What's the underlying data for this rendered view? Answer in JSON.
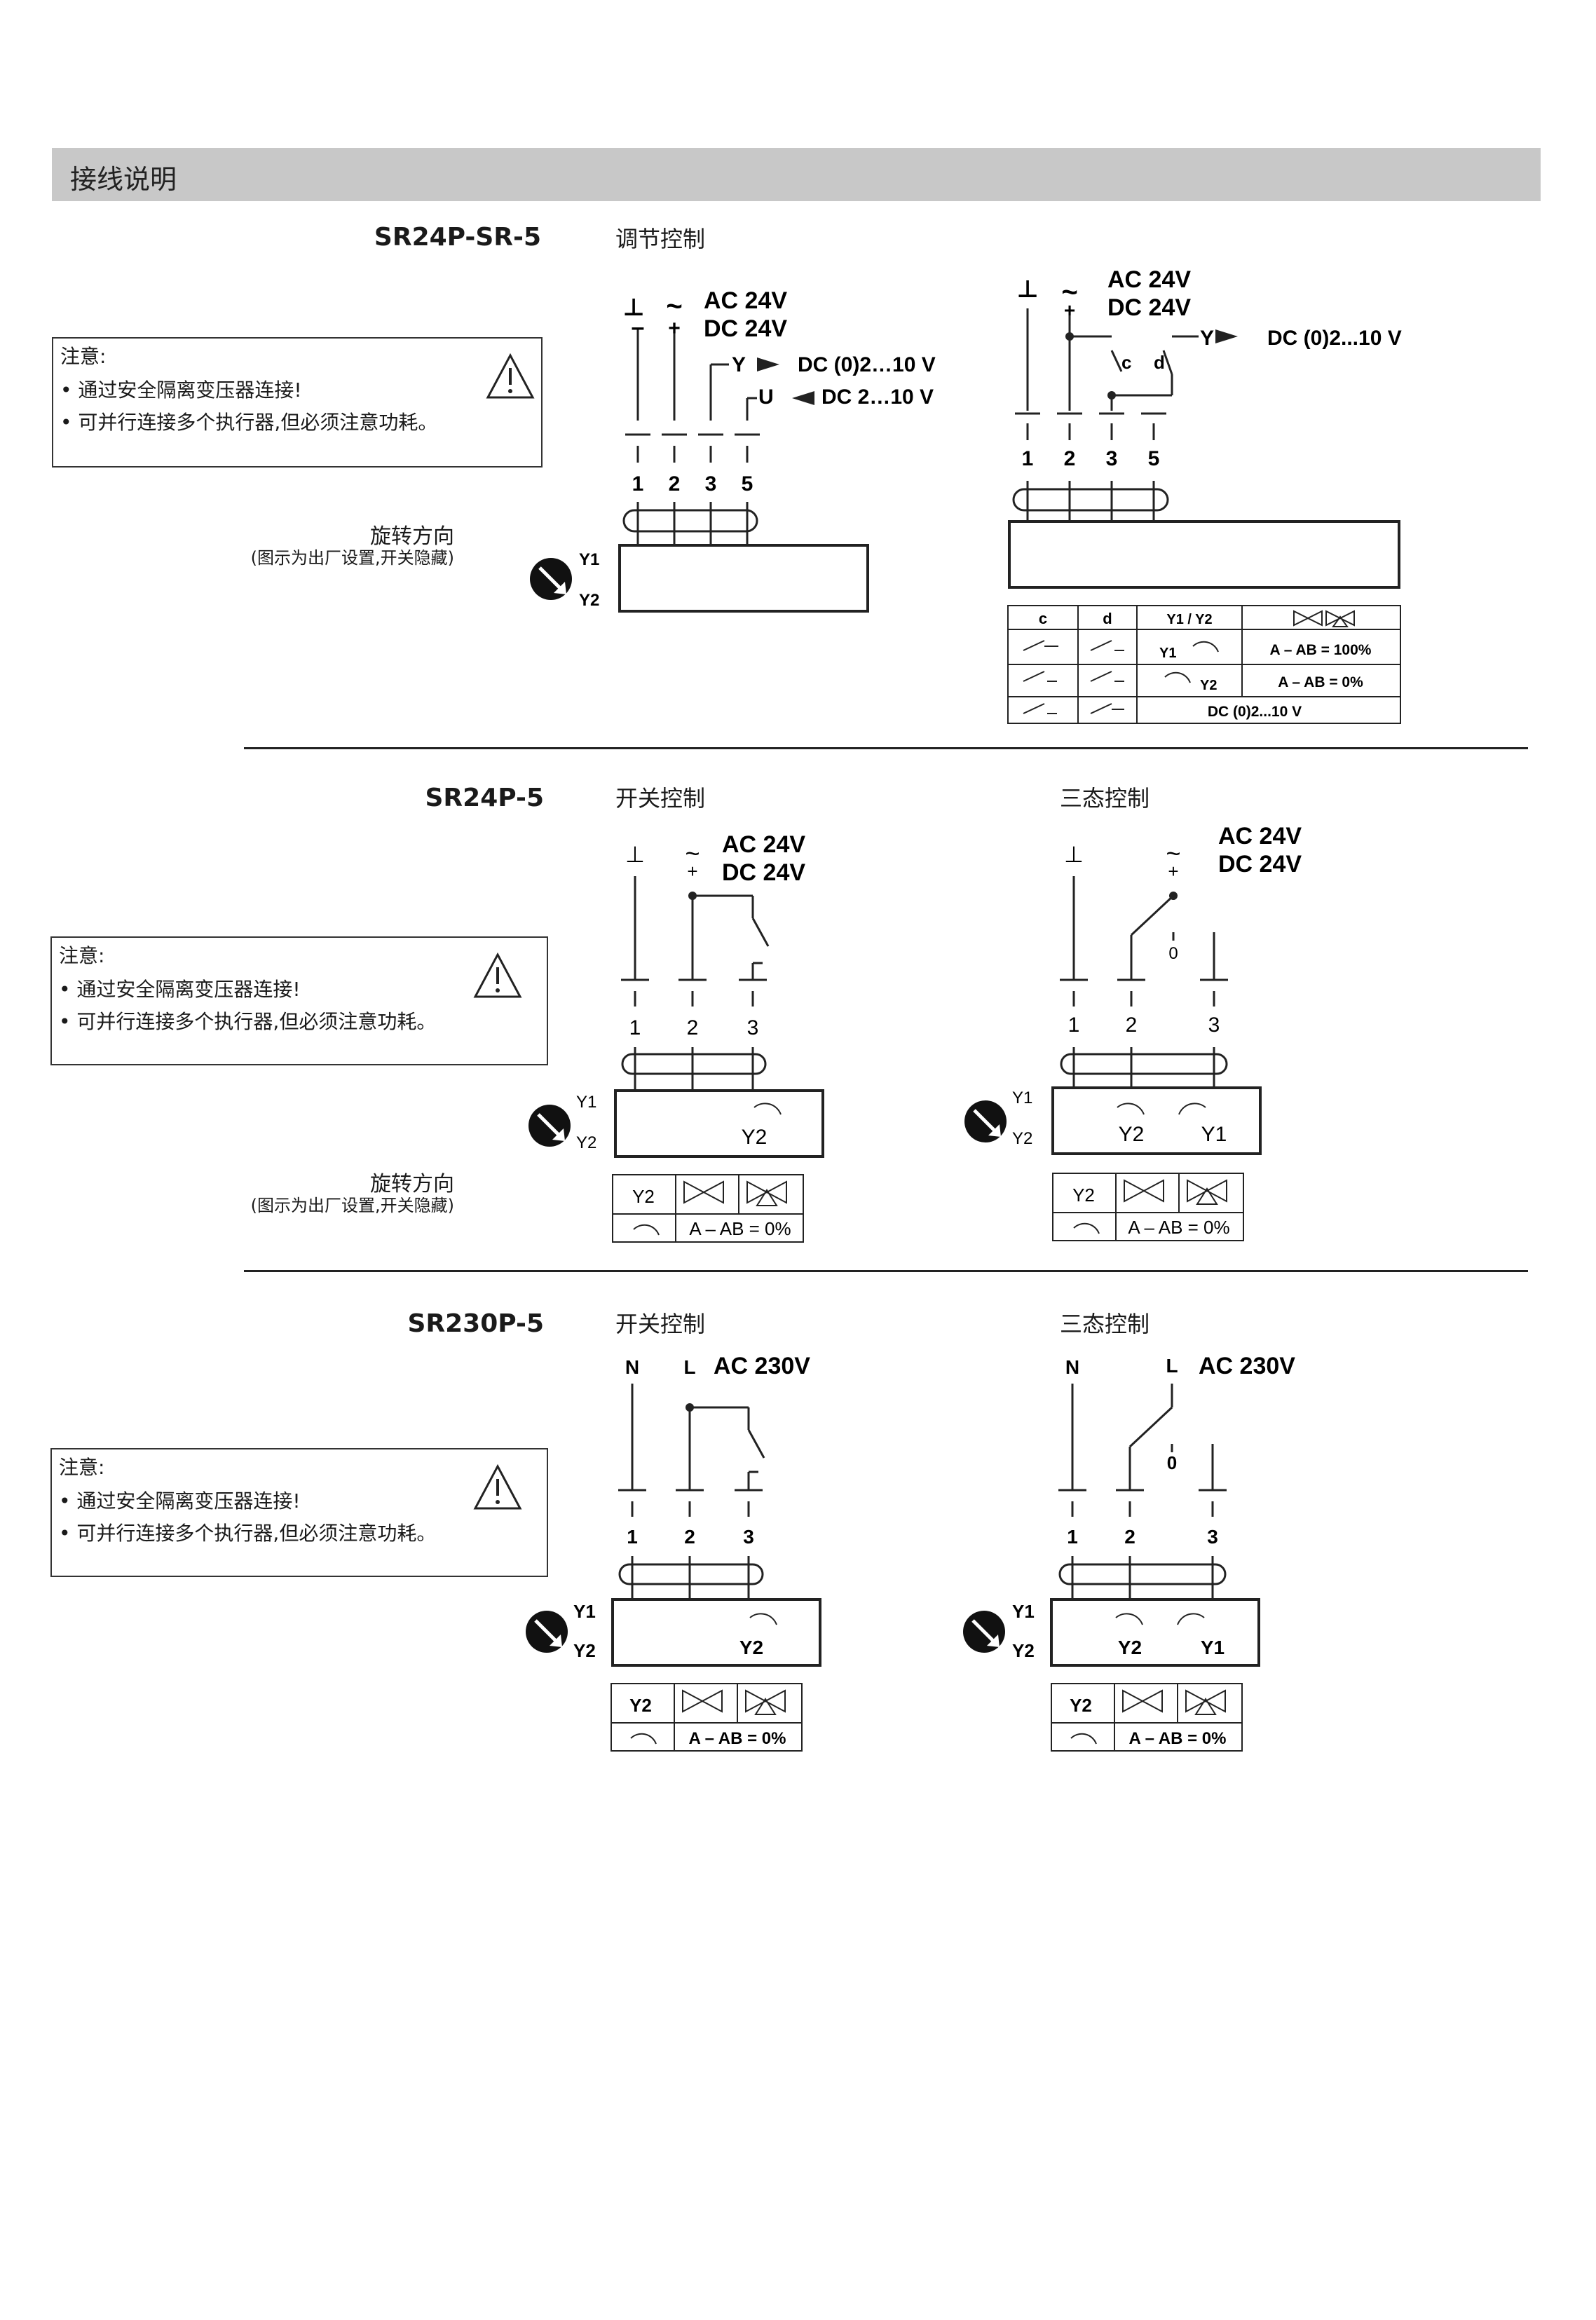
{
  "header": {
    "title": "接线说明"
  },
  "note": {
    "title": "注意:",
    "line1": "• 通过安全隔离变压器连接!",
    "line2": "• 可并行连接多个执行器,但必须注意功耗。"
  },
  "rotation": {
    "title": "旋转方向",
    "sub": "(图示为出厂设置,开关隐藏)"
  },
  "section1": {
    "model": "SR24P-SR-5",
    "control": "调节控制",
    "left": {
      "gnd": "⊥",
      "gnd_sign": "–",
      "tilde": "~",
      "plus": "+",
      "supply1": "AC 24V",
      "supply2": "DC 24V",
      "y": "Y",
      "y_sig": "DC (0)2…10 V",
      "u": "U",
      "u_sig": "DC 2…10 V",
      "t1": "1",
      "t2": "2",
      "t3": "3",
      "t5": "5"
    },
    "right": {
      "supply1": "AC 24V",
      "supply2": "DC 24V",
      "c": "c",
      "d": "d",
      "y": "Y",
      "y_sig": "DC (0)2...10 V",
      "t1": "1",
      "t2": "2",
      "t3": "3",
      "t5": "5",
      "table": {
        "h_c": "c",
        "h_d": "d",
        "h_y": "Y1 / Y2",
        "r1_y": "Y1",
        "r1_v": "A – AB = 100%",
        "r2_y": "Y2",
        "r2_v": "A – AB = 0%",
        "r3_v": "DC (0)2...10 V"
      }
    }
  },
  "section2": {
    "model": "SR24P-5",
    "left_control": "开关控制",
    "right_control": "三态控制",
    "supply1": "AC 24V",
    "supply2": "DC 24V",
    "t1": "1",
    "t2": "2",
    "t3": "3",
    "zero": "0",
    "y1": "Y1",
    "y2": "Y2",
    "table_y": "Y2",
    "table_v": "A – AB = 0%"
  },
  "section3": {
    "model": "SR230P-5",
    "left_control": "开关控制",
    "right_control": "三态控制",
    "n": "N",
    "l": "L",
    "supply": "AC 230V",
    "t1": "1",
    "t2": "2",
    "t3": "3",
    "zero": "0",
    "y1": "Y1",
    "y2": "Y2",
    "table_y": "Y2",
    "table_v": "A – AB = 0%"
  }
}
